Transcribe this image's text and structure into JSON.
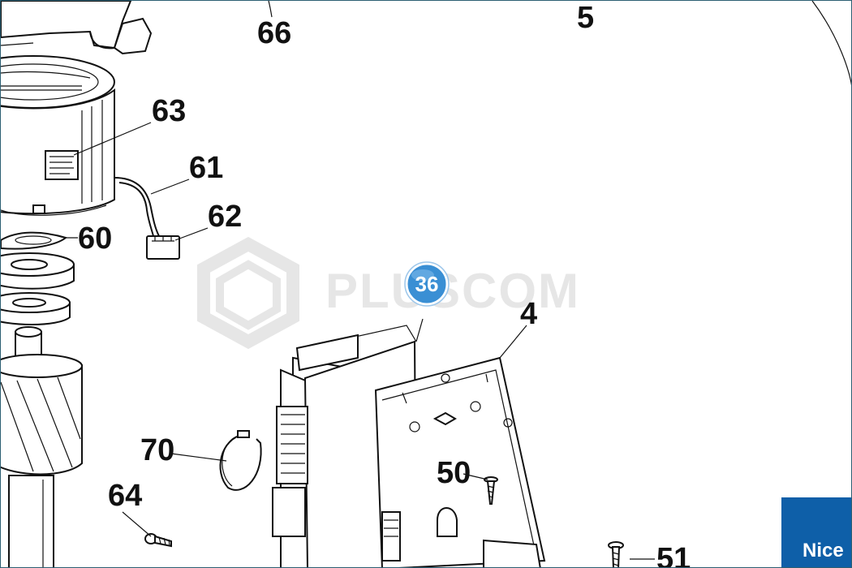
{
  "diagram": {
    "callouts": [
      "66",
      "5",
      "63",
      "61",
      "62",
      "60",
      "4",
      "70",
      "50",
      "64",
      "51"
    ],
    "badge": "36",
    "watermark": "PLUSCOM",
    "brand": "Nice",
    "colors": {
      "brand_blue": "#0e5fa8",
      "badge_blue": "#3a8fd4",
      "line": "#111111",
      "watermark": "#e4e4e4"
    }
  }
}
